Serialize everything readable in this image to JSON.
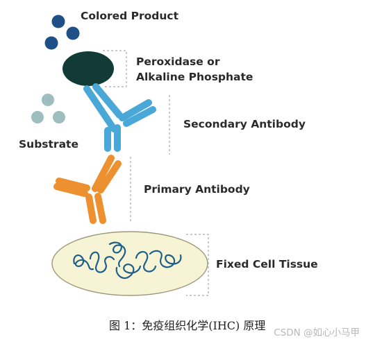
{
  "labels": {
    "colored_product": "Colored Product",
    "enzyme_line1": "Peroxidase or",
    "enzyme_line2": "Alkaline Phosphate",
    "substrate": "Substrate",
    "secondary_antibody": "Secondary Antibody",
    "primary_antibody": "Primary Antibody",
    "tissue": "Fixed Cell Tissue"
  },
  "caption": "图 1：免疫组织化学(IHC) 原理",
  "watermark": "CSDN @如心小马甲",
  "colors": {
    "product_dot": "#1e4f86",
    "substrate_dot": "#9dbdbe",
    "enzyme": "#123b37",
    "secondary_antibody": "#4aa8d9",
    "primary_antibody": "#ec9030",
    "tissue_fill": "#f7f4d6",
    "tissue_outline": "#9a9876",
    "tissue_fiber": "#1e5e8a",
    "bracket": "#aaaaaa"
  }
}
